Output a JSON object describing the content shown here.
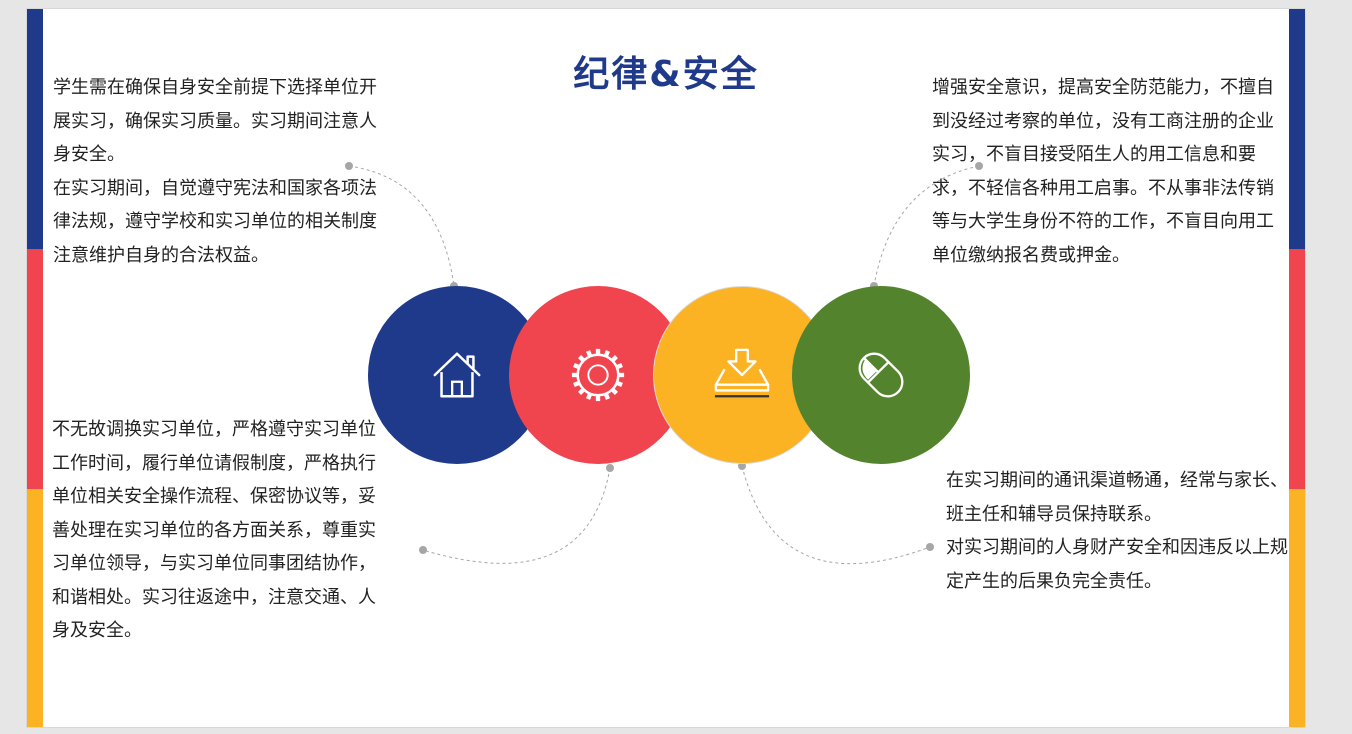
{
  "title": "纪律&安全",
  "colors": {
    "blue": "#1f3a8a",
    "red": "#f0444f",
    "yellow": "#fbb323",
    "green": "#54832e"
  },
  "blocks": {
    "top_left": [
      "学生需在确保自身安全前提下选择单位开展实习，确保实习质量。实习期间注意人身安全。",
      "在实习期间，自觉遵守宪法和国家各项法律法规，遵守学校和实习单位的相关制度注意维护自身的合法权益。"
    ],
    "bottom_left": [
      "不无故调换实习单位，严格遵守实习单位工作时间，履行单位请假制度，严格执行单位相关安全操作流程、保密协议等，妥善处理在实习单位的各方面关系，尊重实习单位领导，与实习单位同事团结协作，和谐相处。实习往返途中，注意交通、人身及安全。"
    ],
    "top_right": [
      "增强安全意识，提高安全防范能力，不擅自到没经过考察的单位，没有工商注册的企业实习，不盲目接受陌生人的用工信息和要求，不轻信各种用工启事。不从事非法传销等与大学生身份不符的工作，不盲目向用工单位缴纳报名费或押金。"
    ],
    "bottom_right": [
      "在实习期间的通讯渠道畅通，经常与家长、班主任和辅导员保持联系。",
      "对实习期间的人身财产安全和因违反以上规定产生的后果负完全责任。"
    ]
  },
  "circles": [
    {
      "icon": "house-icon",
      "color": "#1f3a8a"
    },
    {
      "icon": "gear-icon",
      "color": "#f0444f"
    },
    {
      "icon": "download-tray-icon",
      "color": "#fbb323"
    },
    {
      "icon": "mouse-icon",
      "color": "#54832e"
    }
  ]
}
